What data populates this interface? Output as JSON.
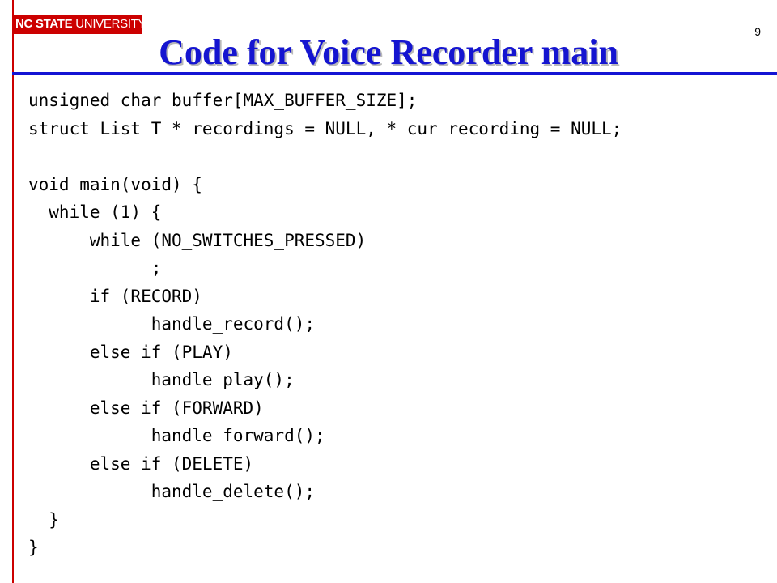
{
  "header": {
    "logo_nc_state": "NC STATE",
    "logo_university": "UNIVERSITY",
    "page_number": "9"
  },
  "slide": {
    "title": "Code for Voice Recorder main"
  },
  "code_lines": [
    "unsigned char buffer[MAX_BUFFER_SIZE];",
    "struct List_T * recordings = NULL, * cur_recording = NULL;",
    "",
    "void main(void) {",
    "  while (1) {",
    "      while (NO_SWITCHES_PRESSED)",
    "            ;",
    "      if (RECORD)",
    "            handle_record();",
    "      else if (PLAY)",
    "            handle_play();",
    "      else if (FORWARD)",
    "            handle_forward();",
    "      else if (DELETE)",
    "            handle_delete();",
    "  }",
    "}"
  ]
}
